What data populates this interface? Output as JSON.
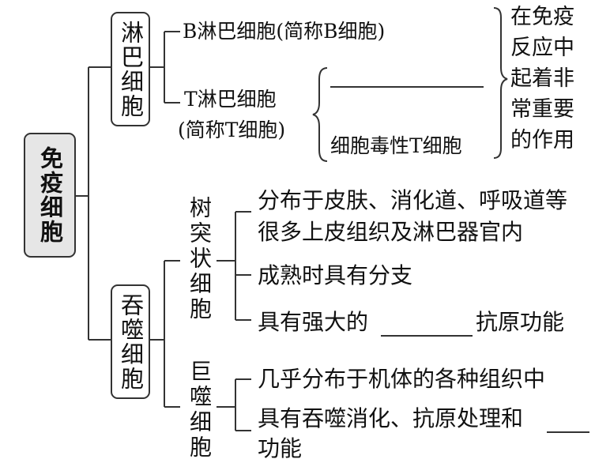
{
  "root": {
    "label": "免疫细胞"
  },
  "lymphocyte": {
    "label": "淋巴细胞",
    "b_cell": "B淋巴细胞(简称B细胞)",
    "t_cell_line1": "T淋巴细胞",
    "t_cell_line2": "(简称T细胞)",
    "t_cell_sub_cytotoxic": "细胞毒性T细胞",
    "role": [
      "在免疫",
      "反应中",
      "起着非",
      "常重要",
      "的作用"
    ]
  },
  "phagocyte": {
    "label": "吞噬细胞",
    "dendritic": {
      "label": "树突状细胞",
      "facts": [
        "分布于皮肤、消化道、呼吸道等",
        "很多上皮组织及淋巴器官内",
        "成熟时具有分支",
        "具有强大的",
        "抗原功能"
      ]
    },
    "macrophage": {
      "label": "巨噬细胞",
      "facts": [
        "几乎分布于机体的各种组织中",
        "具有吞噬消化、抗原处理和",
        "功能"
      ]
    }
  }
}
